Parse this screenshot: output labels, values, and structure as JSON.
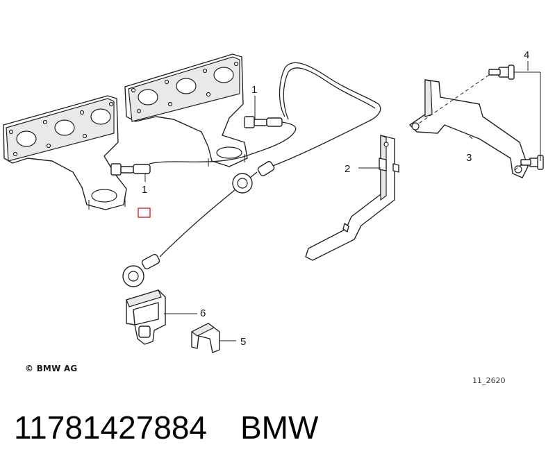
{
  "diagram": {
    "callouts": [
      {
        "id": "1a",
        "label": "1"
      },
      {
        "id": "1b",
        "label": "1"
      },
      {
        "id": "2",
        "label": "2"
      },
      {
        "id": "3",
        "label": "3"
      },
      {
        "id": "4",
        "label": "4"
      },
      {
        "id": "5",
        "label": "5"
      },
      {
        "id": "6",
        "label": "6"
      }
    ],
    "copyright": "© BMW AG",
    "drawing_code": "11_2620",
    "highlight_color": "#e0202a"
  },
  "caption": {
    "part_number": "11781427884",
    "brand": "BMW"
  }
}
